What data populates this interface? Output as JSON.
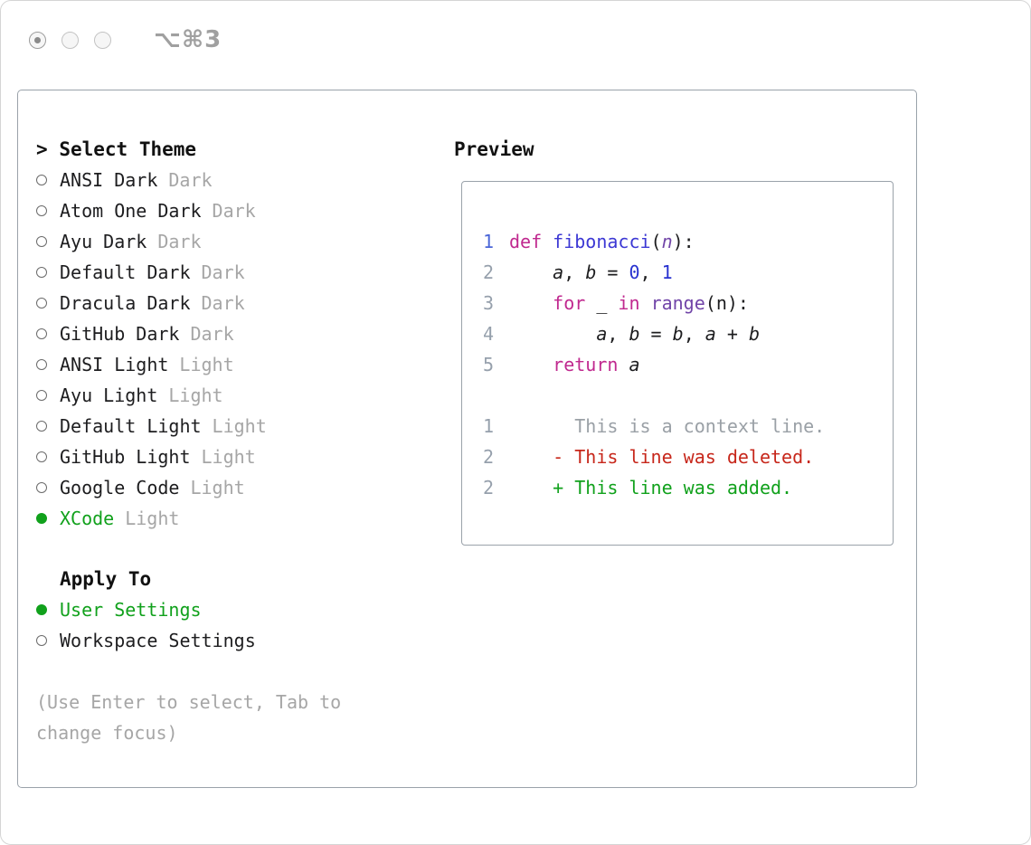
{
  "window": {
    "shortcut": "⌥⌘3"
  },
  "colors": {
    "accent_green": "#11a11c",
    "deleted_red": "#c7271b",
    "context_gray": "#9aa0a6",
    "keyword": "#c0298f",
    "function_name": "#3c38d4",
    "number_literal": "#2832d0",
    "type_name": "#7145a8",
    "line_number": "#96a0ac",
    "line_number_active": "#4a66d8",
    "text": "#1d1d1f",
    "muted": "#a6a6a6",
    "border": "#9aa2aa"
  },
  "theme_panel": {
    "cursor": ">",
    "title": "Select Theme",
    "themes": [
      {
        "name": "ANSI Dark",
        "variant": "Dark",
        "selected": false
      },
      {
        "name": "Atom One Dark",
        "variant": "Dark",
        "selected": false
      },
      {
        "name": "Ayu Dark",
        "variant": "Dark",
        "selected": false
      },
      {
        "name": "Default Dark",
        "variant": "Dark",
        "selected": false
      },
      {
        "name": "Dracula Dark",
        "variant": "Dark",
        "selected": false
      },
      {
        "name": "GitHub Dark",
        "variant": "Dark",
        "selected": false
      },
      {
        "name": "ANSI Light",
        "variant": "Light",
        "selected": false
      },
      {
        "name": "Ayu Light",
        "variant": "Light",
        "selected": false
      },
      {
        "name": "Default Light",
        "variant": "Light",
        "selected": false
      },
      {
        "name": "GitHub Light",
        "variant": "Light",
        "selected": false
      },
      {
        "name": "Google Code",
        "variant": "Light",
        "selected": false
      },
      {
        "name": "XCode",
        "variant": "Light",
        "selected": true
      }
    ],
    "apply_to": {
      "title": "Apply To",
      "options": [
        {
          "label": "User Settings",
          "selected": true
        },
        {
          "label": "Workspace Settings",
          "selected": false
        }
      ]
    },
    "hint_line1": "(Use Enter to select, Tab to",
    "hint_line2": "change focus)"
  },
  "preview": {
    "title": "Preview",
    "code_lines": [
      {
        "n": "1",
        "active": true,
        "tokens": [
          [
            "kw",
            "def"
          ],
          [
            "pl",
            " "
          ],
          [
            "fn",
            "fibonacci"
          ],
          [
            "pl",
            "("
          ],
          [
            "pm",
            "n"
          ],
          [
            "pl",
            "):"
          ]
        ]
      },
      {
        "n": "2",
        "active": false,
        "tokens": [
          [
            "pl",
            "    "
          ],
          [
            "va",
            "a"
          ],
          [
            "pl",
            ", "
          ],
          [
            "va",
            "b"
          ],
          [
            "pl",
            " = "
          ],
          [
            "nu",
            "0"
          ],
          [
            "pl",
            ", "
          ],
          [
            "nu",
            "1"
          ]
        ]
      },
      {
        "n": "3",
        "active": false,
        "tokens": [
          [
            "pl",
            "    "
          ],
          [
            "kw",
            "for"
          ],
          [
            "pl",
            " _ "
          ],
          [
            "kw",
            "in"
          ],
          [
            "pl",
            " "
          ],
          [
            "ty",
            "range"
          ],
          [
            "pl",
            "(n):"
          ]
        ]
      },
      {
        "n": "4",
        "active": false,
        "tokens": [
          [
            "pl",
            "        "
          ],
          [
            "va",
            "a"
          ],
          [
            "pl",
            ", "
          ],
          [
            "va",
            "b"
          ],
          [
            "pl",
            " = "
          ],
          [
            "va",
            "b"
          ],
          [
            "pl",
            ", "
          ],
          [
            "va",
            "a"
          ],
          [
            "pl",
            " + "
          ],
          [
            "va",
            "b"
          ]
        ]
      },
      {
        "n": "5",
        "active": false,
        "tokens": [
          [
            "pl",
            "    "
          ],
          [
            "kw",
            "return"
          ],
          [
            "pl",
            " "
          ],
          [
            "va",
            "a"
          ]
        ]
      }
    ],
    "diff_lines": [
      {
        "n": "1",
        "cls": "context",
        "text": "      This is a context line."
      },
      {
        "n": "2",
        "cls": "deleted",
        "text": "    - This line was deleted."
      },
      {
        "n": "2",
        "cls": "added",
        "text": "    + This line was added."
      }
    ]
  }
}
